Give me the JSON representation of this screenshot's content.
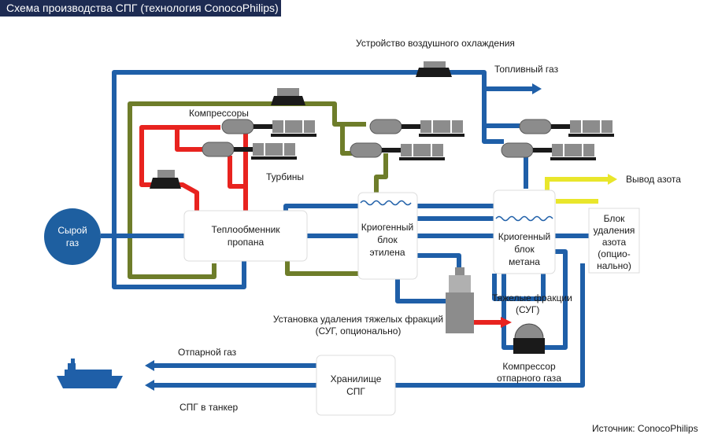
{
  "title": "Схема производства СПГ (технология ConocoPhilips)",
  "labels": {
    "raw_gas_1": "Сырой",
    "raw_gas_2": "газ",
    "propane_hx_1": "Теплообменник",
    "propane_hx_2": "пропана",
    "ethylene_1": "Криогенный",
    "ethylene_2": "блок",
    "ethylene_3": "этилена",
    "methane_1": "Криогенный",
    "methane_2": "блок",
    "methane_3": "метана",
    "nitrogen_block_1": "Блок",
    "nitrogen_block_2": "удаления",
    "nitrogen_block_3": "азота",
    "nitrogen_block_4": "(опцио-",
    "nitrogen_block_5": "нально)",
    "storage_1": "Хранилище",
    "storage_2": "СПГ",
    "air_cooling": "Устройство воздушного охлаждения",
    "fuel_gas": "Топливный газ",
    "compressors": "Компрессоры",
    "turbines": "Турбины",
    "nitrogen_out": "Вывод азота",
    "heavy_fractions_1": "Тяжелые фракции",
    "heavy_fractions_2": "(СУГ)",
    "heavy_removal_1": "Установка удаления тяжелых фракций",
    "heavy_removal_2": "(СУГ, опционально)",
    "boiloff_gas": "Отпарной газ",
    "boiloff_compressor_1": "Компрессор",
    "boiloff_compressor_2": "отпарного газа",
    "lng_to_tanker": "СПГ в танкер",
    "source": "Источник: ConocoPhilips"
  },
  "colors": {
    "methane_stream": "#1f5fa8",
    "propane_loop": "#e8231f",
    "ethylene_loop": "#6e7d2a",
    "nitrogen_stream": "#e9e62b",
    "title_bg": "#1d2b52",
    "raw_gas_node": "#1e5fa0",
    "equipment_dark": "#1a1a1a",
    "equipment_gray": "#8c8c8c"
  }
}
